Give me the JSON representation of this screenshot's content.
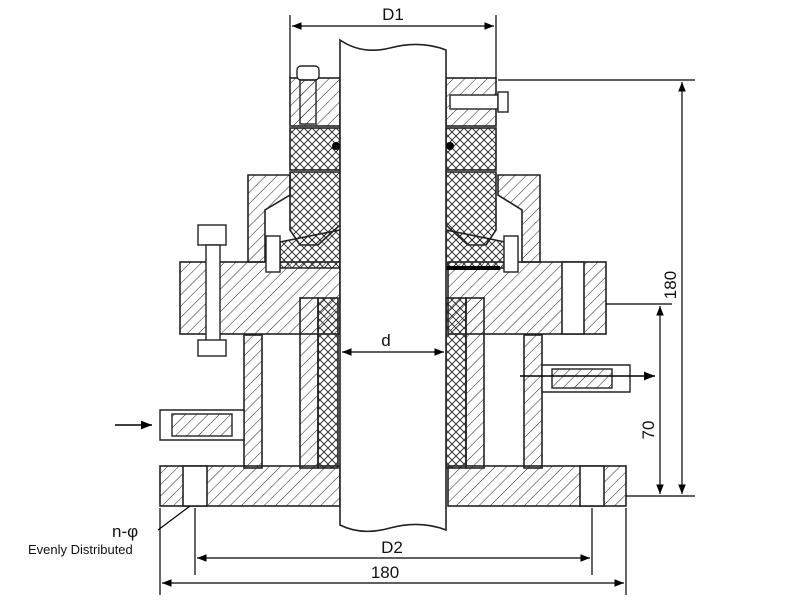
{
  "labels": {
    "d1": "D1",
    "d": "d",
    "d2": "D2",
    "width_180": "180",
    "height_180": "180",
    "height_70": "70",
    "holes": "n-φ",
    "holes_note": "Evenly Distributed"
  }
}
